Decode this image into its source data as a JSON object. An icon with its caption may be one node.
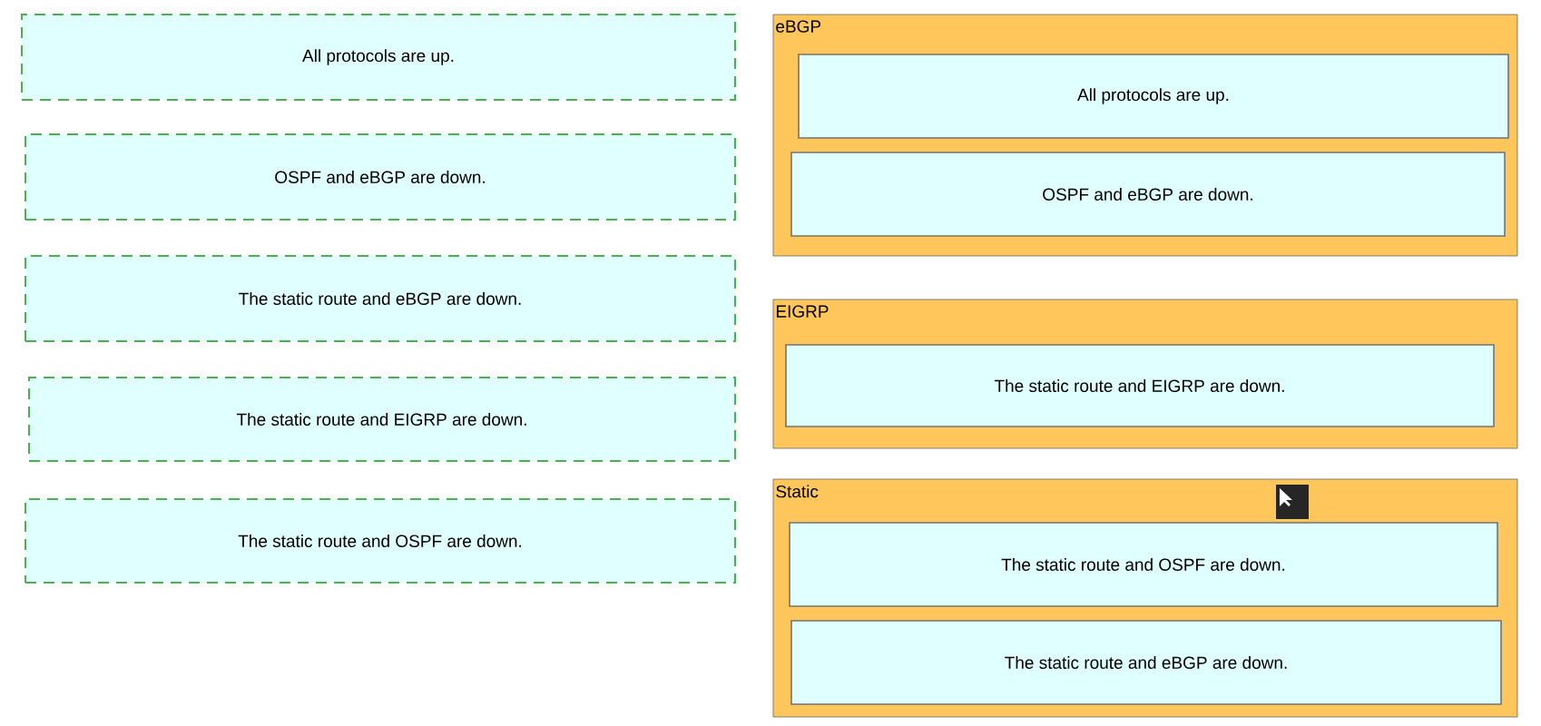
{
  "diagram": {
    "nodes": [
      {
        "text": [
          "All protocols are up."
        ]
      },
      {
        "text": [
          "OSPF and eBGP are down."
        ]
      },
      {
        "text": [
          "The static route and eBGP are down."
        ]
      },
      {
        "text": [
          "The static route and EIGRP are down."
        ]
      },
      {
        "text": [
          "The static route and OSPF are down."
        ]
      },
      {
        "text": [
          "eBGP"
        ]
      },
      {
        "text": [
          "All protocols are up."
        ],
        "in": 5
      },
      {
        "text": [
          "OSPF and eBGP are down."
        ],
        "in": 5
      },
      {
        "text": [
          "EIGRP"
        ]
      },
      {
        "text": [
          "The static route and EIGRP are down."
        ],
        "in": 8
      },
      {
        "text": [
          "Static"
        ]
      },
      {
        "text": [
          "The static route and OSPF are down."
        ],
        "in": 10
      },
      {
        "text": [
          "The static route and eBGP are down."
        ],
        "in": 10
      }
    ]
  }
}
